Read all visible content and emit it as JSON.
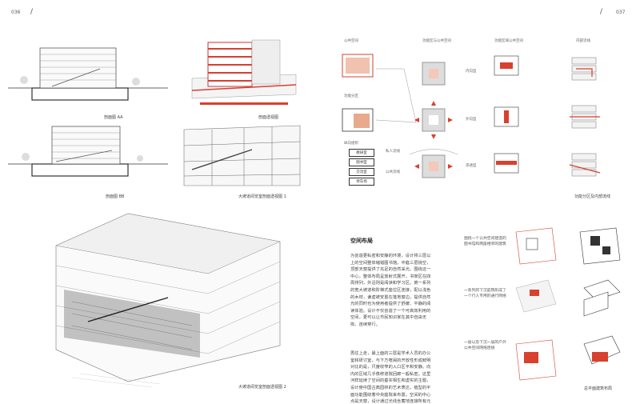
{
  "left_page": {
    "page_number": "036",
    "slash": "/",
    "captions": {
      "section_aa": "剖面图 AA",
      "section_perspective": "剖面透视图",
      "section_bb": "剖面图 BB",
      "ramp_perspective_1": "大坡道阅览室剖面透视图 1",
      "ramp_perspective_2": "大坡道阅览室剖面透视图 2"
    }
  },
  "right_page": {
    "page_number": "037",
    "slash": "/",
    "diagram_headers": {
      "public_space": "公共空间",
      "function_public": "功能区与公共空间",
      "function_public_space": "功能区域公共空间",
      "internal_circulation": "内部流线"
    },
    "diagram_labels": {
      "function_zoning": "功能分区",
      "vertical_org": "纵向组织",
      "inward": "内向型",
      "outward": "外向型",
      "penetrating": "渗透型",
      "entrance_flow": "私人流线",
      "public_flow": "公共流线",
      "caption": "功能分区及内部流线"
    },
    "legend": [
      "教研室",
      "图书室",
      "交流室",
      "停车场"
    ],
    "layout": {
      "heading": "空间布局",
      "para1": "为创造更私密和安静的环境，设计将三层以上的空间整体缩错图书馆。中庭三层挑空，顶部天窗提供了充足的自然采光。围绕这一中心，整体布局呈放射式展开，书架区在四周排列，外沿则是阅读和学习区。俯一系列的宽大坡道和阶梯式座位区连接，配以浅色的木材，谦虚被安置在落地窗边，提供自然光的同时也为使用者提供了舒缓、平静的阅读体验。设计不仅创造了一个可高效利用的空间，更可以让市民知识家在其中自由无拘、连续穿行。",
      "para2": "再往上走，最上面的三层是学术人员的办公室和研讨室，与下方喧闹的开放性形成鲜明对比的是，尺度收窄的入口区平和安静。向内的区域几乎像修道院回廊一般私密。这里河样延续了空间的垂实相生和虚实的主题，设计使中国古典园林的艺术表达，植型的平面功能围绕着中央庭院来布置。空间的中心点是天窗，设计通过光线含蓄地连接所有元素。",
      "note1": "围绕一个公共空间建造的图书馆和两座相邻的建筑",
      "note2": "一系列的下沉庭院形成了一个行人专用的通行网络",
      "note3": "一层以及下沉一层的户外公共空间网络连接",
      "caption": "总平面建筑布局"
    }
  },
  "colors": {
    "accent": "#d8402f",
    "salmon": "#e8a98c",
    "line": "#333333"
  }
}
